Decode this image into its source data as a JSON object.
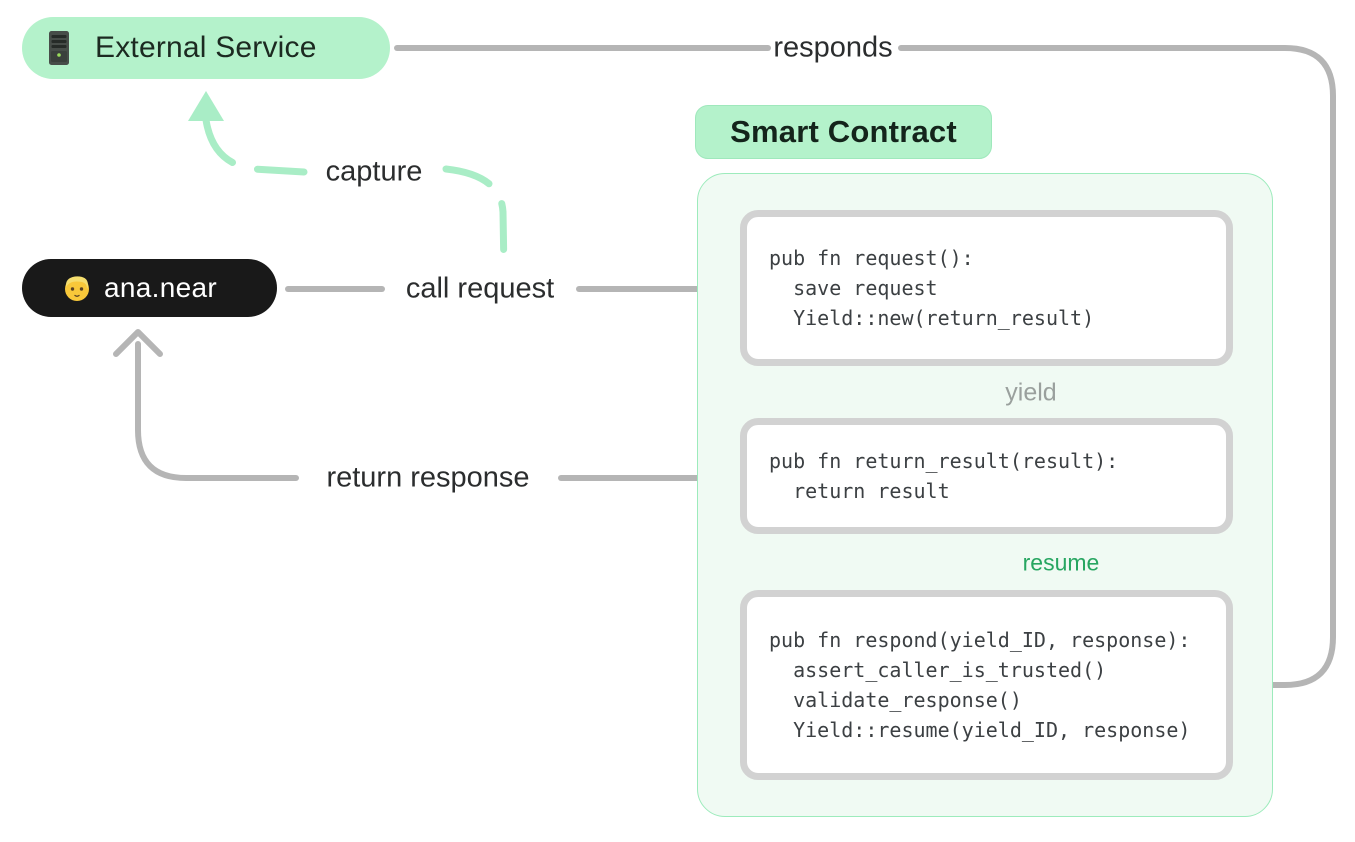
{
  "diagram": {
    "external_service": {
      "label": "External Service",
      "icon": "server-icon"
    },
    "user": {
      "label": "ana.near",
      "icon": "person-emoji-icon"
    },
    "smart_contract": {
      "title": "Smart Contract",
      "blocks": [
        {
          "name": "request-function",
          "lines": [
            "pub fn request():",
            "  save request",
            "  Yield::new(return_result)"
          ]
        },
        {
          "name": "return-result-function",
          "lines": [
            "pub fn return_result(result):",
            "  return result"
          ]
        },
        {
          "name": "respond-function",
          "lines": [
            "pub fn respond(yield_ID, response):",
            "  assert_caller_is_trusted()",
            "  validate_response()",
            "  Yield::resume(yield_ID, response)"
          ]
        }
      ]
    },
    "edges": {
      "responds": "responds",
      "call_request": "call request",
      "capture": "capture",
      "return_response": "return response",
      "yield": "yield",
      "resume": "resume"
    },
    "colors": {
      "pill_green": "#b4f2cb",
      "panel_fill": "#f0faf3",
      "panel_border": "#9debbc",
      "connector_gray": "#b5b5b5",
      "block_border": "#d2d2d2",
      "code_text": "#3c4043",
      "label_text": "#2b2d2e",
      "yield_label_gray": "#9aa09d",
      "resume_green": "#27a661",
      "arrow_light_green": "#abeec8",
      "user_pill_black": "#191919"
    }
  }
}
